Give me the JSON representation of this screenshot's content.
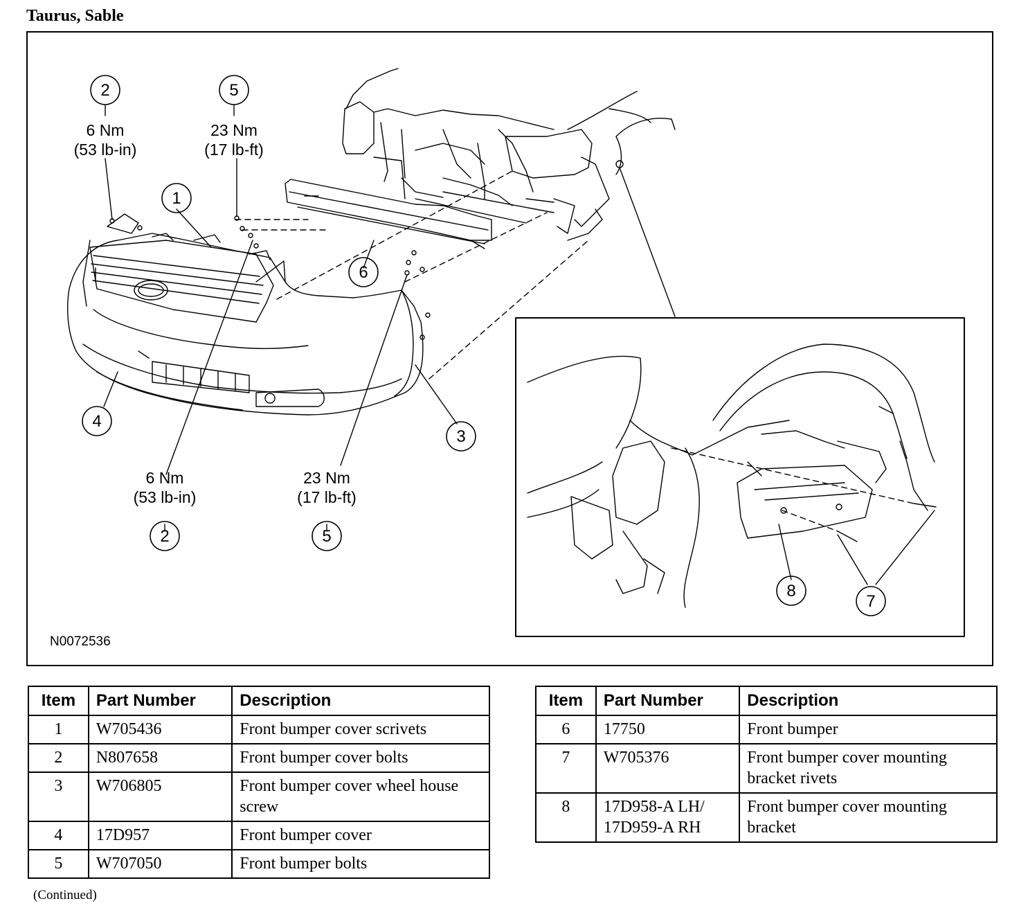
{
  "page": {
    "title": "Taurus, Sable",
    "continued": "(Continued)"
  },
  "figure": {
    "id_label": "N0072536",
    "callouts": {
      "c2_top": "2",
      "c5_top": "5",
      "c1": "1",
      "c6": "6",
      "c4": "4",
      "c3": "3",
      "c2_bottom": "2",
      "c5_bottom": "5",
      "c8": "8",
      "c7": "7"
    },
    "torque": {
      "top_left": [
        "6 Nm",
        "(53 lb-in)"
      ],
      "top_mid": [
        "23 Nm",
        "(17 lb-ft)"
      ],
      "bottom_left": [
        "6 Nm",
        "(53 lb-in)"
      ],
      "bottom_mid": [
        "23 Nm",
        "(17 lb-ft)"
      ]
    }
  },
  "tables": [
    {
      "headers": [
        "Item",
        "Part Number",
        "Description"
      ],
      "rows": [
        {
          "item": "1",
          "part": "W705436",
          "desc": "Front bumper cover scrivets"
        },
        {
          "item": "2",
          "part": "N807658",
          "desc": "Front bumper cover bolts"
        },
        {
          "item": "3",
          "part": "W706805",
          "desc": "Front bumper cover wheel house screw"
        },
        {
          "item": "4",
          "part": "17D957",
          "desc": "Front bumper cover"
        },
        {
          "item": "5",
          "part": "W707050",
          "desc": "Front bumper bolts"
        }
      ]
    },
    {
      "headers": [
        "Item",
        "Part Number",
        "Description"
      ],
      "rows": [
        {
          "item": "6",
          "part": "17750",
          "desc": "Front bumper"
        },
        {
          "item": "7",
          "part": "W705376",
          "desc": "Front bumper cover mounting bracket rivets"
        },
        {
          "item": "8",
          "part": "17D958-A LH/ 17D959-A RH",
          "desc": "Front bumper cover mounting bracket"
        }
      ]
    }
  ]
}
